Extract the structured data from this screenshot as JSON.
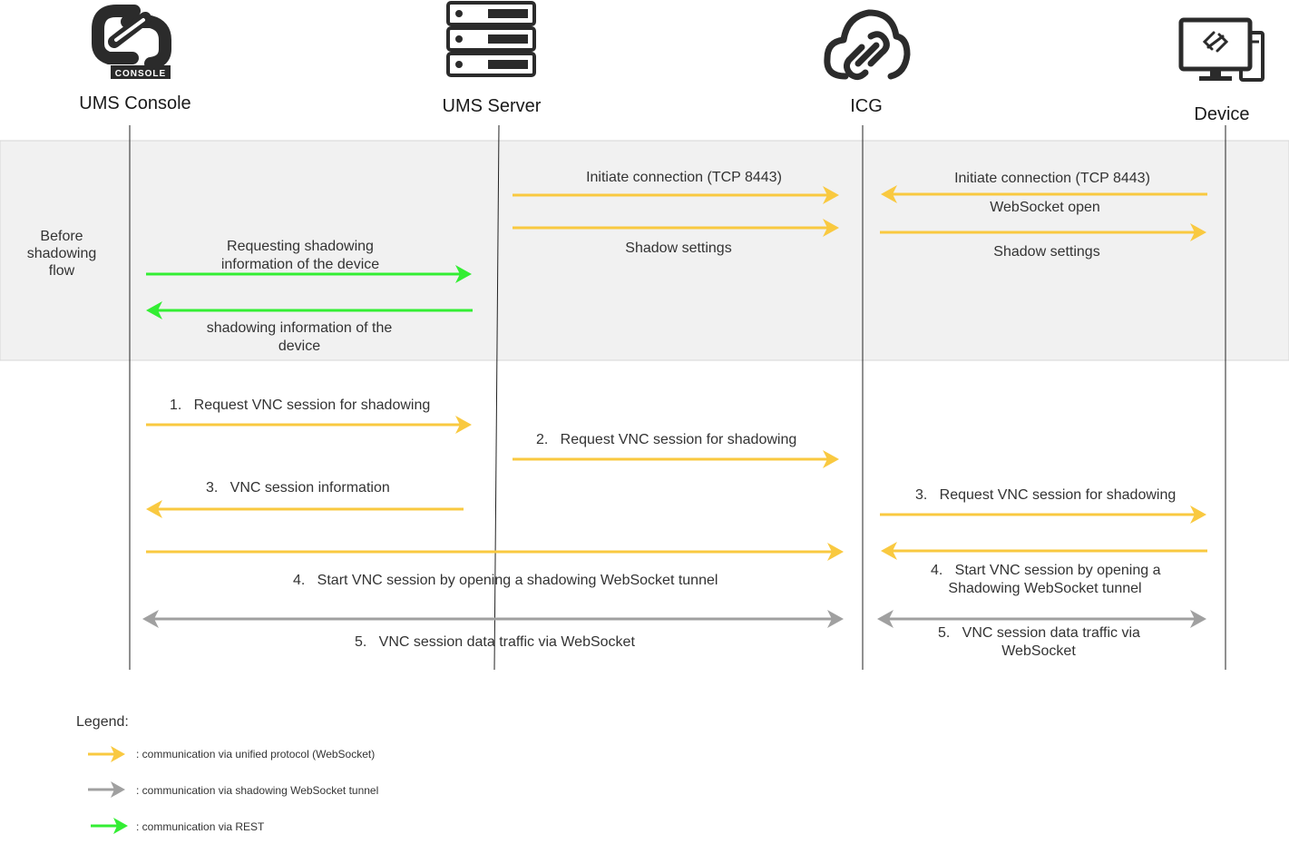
{
  "actors": {
    "console": {
      "label": "UMS Console",
      "badge": "CONSOLE"
    },
    "server": {
      "label": "UMS Server"
    },
    "icg": {
      "label": "ICG"
    },
    "device": {
      "label": "Device"
    }
  },
  "phase": {
    "line1": "Before",
    "line2": "shadowing",
    "line3": "flow"
  },
  "messages": {
    "req_shadow_info_1": "Requesting shadowing",
    "req_shadow_info_2": "information of the device",
    "shadow_info_1": "shadowing information of the",
    "shadow_info_2": "device",
    "init_conn_server": "Initiate connection (TCP 8443)",
    "shadow_settings_server": "Shadow settings",
    "init_conn_device": "Initiate connection (TCP 8443)",
    "websocket_open": "WebSocket open",
    "shadow_settings_device": "Shadow settings",
    "step1": "1.   Request VNC session for shadowing",
    "step2": "2.   Request VNC session for shadowing",
    "step3_console": "3.   VNC session information",
    "step3_icg": "3.   Request VNC session for shadowing",
    "step4_console": "4.   Start VNC session by opening a shadowing WebSocket tunnel",
    "step4_icg_1": "4.   Start VNC session by opening a",
    "step4_icg_2": "Shadowing WebSocket tunnel",
    "step5_console": "5.   VNC session data traffic via WebSocket",
    "step5_icg_1": "5.   VNC session data traffic via",
    "step5_icg_2": "WebSocket"
  },
  "legend": {
    "title": "Legend:",
    "items": [
      {
        "text": ": communication via unified protocol (WebSocket)",
        "color": "#F9C940"
      },
      {
        "text": ": communication via shadowing WebSocket tunnel",
        "color": "#A0A0A0"
      },
      {
        "text": ": communication via REST",
        "color": "#33EE33"
      }
    ]
  },
  "colors": {
    "websocket": "#F9C940",
    "tunnel": "#A0A0A0",
    "rest": "#33EE33",
    "phase_bg": "#F1F1F1",
    "icon": "#2B2B2B"
  }
}
